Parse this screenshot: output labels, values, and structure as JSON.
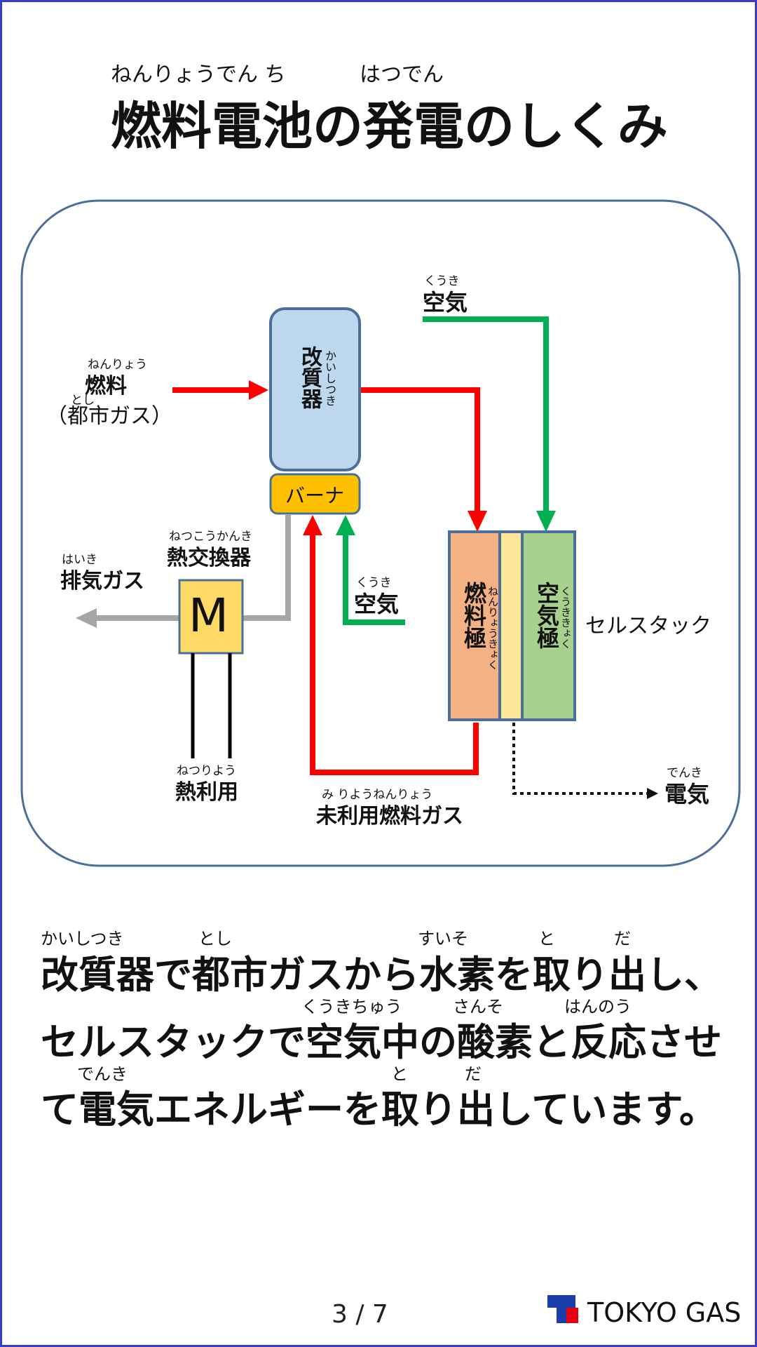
{
  "title": {
    "furigana_left": "ねんりょうでん ち",
    "furigana_right": "はつでん",
    "text": "燃料電池の発電のしくみ"
  },
  "diagram": {
    "reformer": {
      "label": "改質器",
      "furigana": "かいしつき"
    },
    "burner": {
      "label": "バーナ"
    },
    "fuel_input": {
      "label": "燃料",
      "furigana": "ねんりょう",
      "sub": "（都市ガス）",
      "sub_furigana": "とし"
    },
    "air_top": {
      "label": "空気",
      "furigana": "くうき"
    },
    "air_mid": {
      "label": "空気",
      "furigana": "くうき"
    },
    "heat_exchanger": {
      "label": "熱交換器",
      "furigana": "ねつこうかんき",
      "symbol": "M"
    },
    "exhaust": {
      "label": "排気ガス",
      "furigana": "はいき"
    },
    "heat_use": {
      "label": "熱利用",
      "furigana": "ねつりよう"
    },
    "unused_fuel": {
      "label": "未利用燃料ガス",
      "furigana": "み りようねんりょう"
    },
    "fuel_electrode": {
      "label": "燃料極",
      "furigana": "ねんりょうきょく"
    },
    "air_electrode": {
      "label": "空気極",
      "furigana": "くうききょく"
    },
    "cell_stack": {
      "label": "セルスタック"
    },
    "electricity": {
      "label": "電気",
      "furigana": "でんき"
    },
    "colors": {
      "red": "#ff0000",
      "green": "#00b050",
      "gray": "#a6a6a6",
      "reformer": "#bdd7ee",
      "burner": "#ffc000",
      "fuel_electrode": "#f4b183",
      "membrane": "#ffe699",
      "air_electrode": "#a9d18e",
      "frame": "#4a6f98"
    }
  },
  "body": {
    "line1": "改質器で都市ガスから水素を取り出し、",
    "line1_furigana": [
      "かいしつき",
      "とし",
      "すいそ",
      "と",
      "だ"
    ],
    "line2": "セルスタックで空気中の酸素と反応させ",
    "line2_furigana": [
      "くうきちゅう",
      "さんそ",
      "はんのう"
    ],
    "line3": "て電気エネルギーを取り出しています。",
    "line3_furigana": [
      "でんき",
      "と",
      "だ"
    ]
  },
  "footer": {
    "page": "3 / 7",
    "logo": "TOKYO GAS"
  }
}
